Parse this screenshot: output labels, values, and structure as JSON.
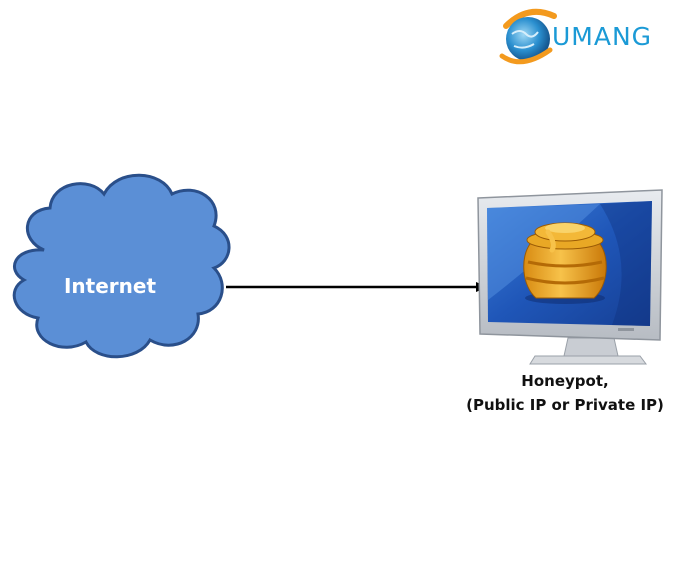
{
  "logo": {
    "text": "UMANG",
    "brand_color": "#1b9ad6",
    "accent_color": "#f39a1e"
  },
  "diagram": {
    "cloud": {
      "label": "Internet",
      "fill": "#5b8fd6",
      "stroke": "#2a4f8a"
    },
    "arrow": {
      "color": "#000000"
    },
    "honeypot": {
      "icon": "monitor-honeypot-icon",
      "caption_line1": "Honeypot,",
      "caption_line2": "(Public IP or Private IP)"
    }
  }
}
